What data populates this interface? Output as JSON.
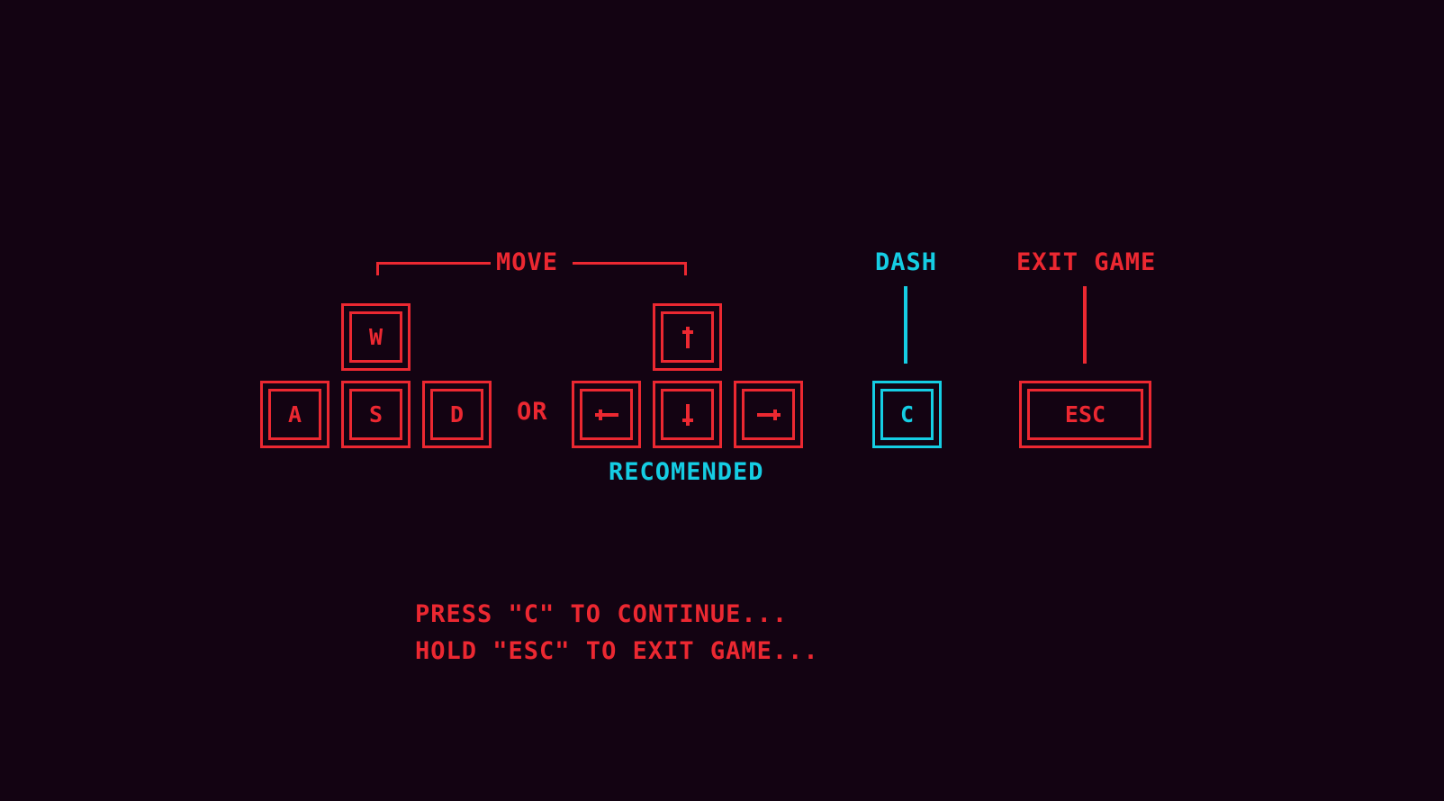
{
  "labels": {
    "move": "MOVE",
    "dash": "DASH",
    "exit_game": "EXIT GAME",
    "or": "OR",
    "recommended": "RECOMENDED"
  },
  "keys": {
    "w": "W",
    "a": "A",
    "s": "S",
    "d": "D",
    "up": "up-arrow-icon",
    "left": "left-arrow-icon",
    "down": "down-arrow-icon",
    "right": "right-arrow-icon",
    "c": "C",
    "esc": "ESC"
  },
  "prompts": {
    "continue": "PRESS \"C\" TO CONTINUE...",
    "exit": "HOLD \"ESC\" TO EXIT GAME..."
  },
  "colors": {
    "background": "#130312",
    "primary": "#ec2831",
    "accent": "#15cde3"
  }
}
